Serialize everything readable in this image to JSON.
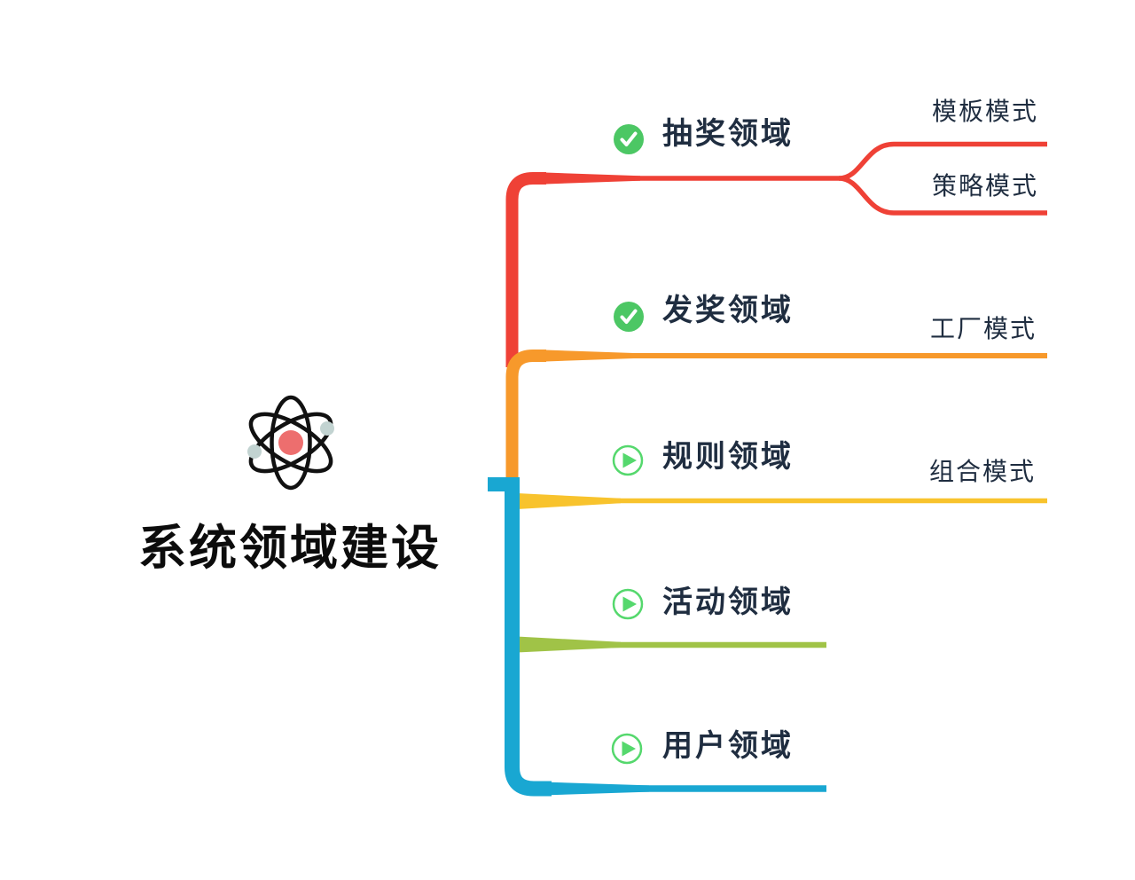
{
  "root": {
    "title": "系统领域建设",
    "icon": "atom-icon",
    "title_color": "#0c0c0c"
  },
  "colors": {
    "red": "#ef4136",
    "orange": "#f7992b",
    "yellow": "#f8c32d",
    "green": "#a0c347",
    "cyan": "#19a7d2",
    "check_green": "#4cc764",
    "check_mark": "#ffffff",
    "play_green": "#55d86d",
    "topic_text": "#1f2d40",
    "atom_orbit": "#111111",
    "atom_nucleus": "#ed6e6e",
    "atom_electron": "#c2d3d1"
  },
  "branches": [
    {
      "label": "抽奖领域",
      "status_icon": "check-icon",
      "color": "#ef4136",
      "children": [
        {
          "label": "模板模式"
        },
        {
          "label": "策略模式"
        }
      ]
    },
    {
      "label": "发奖领域",
      "status_icon": "check-icon",
      "color": "#f7992b",
      "children": [
        {
          "label": "工厂模式"
        }
      ]
    },
    {
      "label": "规则领域",
      "status_icon": "play-icon",
      "color": "#f8c32d",
      "children": [
        {
          "label": "组合模式"
        }
      ]
    },
    {
      "label": "活动领域",
      "status_icon": "play-icon",
      "color": "#a0c347",
      "children": []
    },
    {
      "label": "用户领域",
      "status_icon": "play-icon",
      "color": "#19a7d2",
      "children": []
    }
  ]
}
